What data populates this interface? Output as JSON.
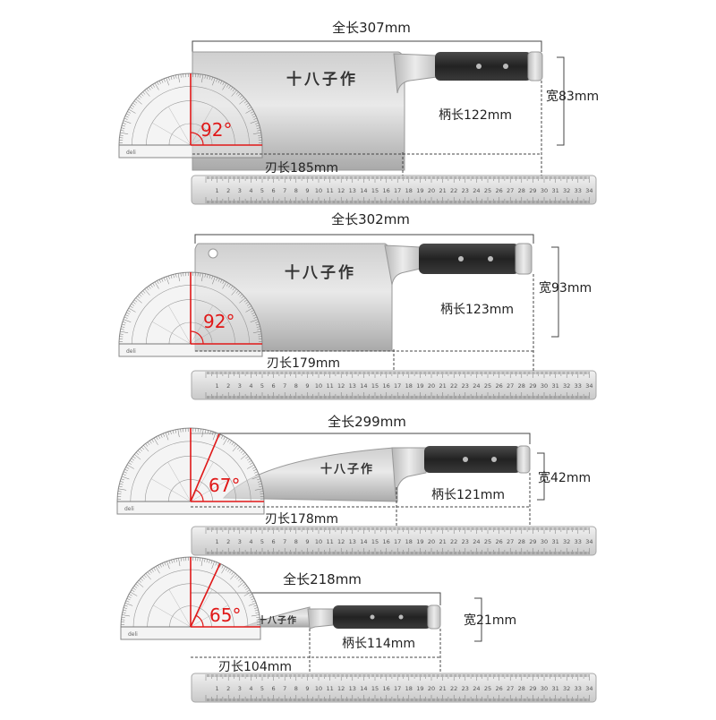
{
  "knives": [
    {
      "total_length": "全长307mm",
      "handle_length": "柄长122mm",
      "blade_length": "刃长185mm",
      "width": "宽83mm",
      "angle": "92°",
      "blade_shape": "cleaver"
    },
    {
      "total_length": "全长302mm",
      "handle_length": "柄长123mm",
      "blade_length": "刃长179mm",
      "width": "宽93mm",
      "angle": "92°",
      "blade_shape": "bone-chopper"
    },
    {
      "total_length": "全长299mm",
      "handle_length": "柄长121mm",
      "blade_length": "刃长178mm",
      "width": "宽42mm",
      "angle": "67°",
      "blade_shape": "chef"
    },
    {
      "total_length": "全长218mm",
      "handle_length": "柄长114mm",
      "blade_length": "刃长104mm",
      "width": "宽21mm",
      "angle": "65°",
      "blade_shape": "paring"
    }
  ],
  "brand_mark": "十八子作",
  "protractor_brand": "deli",
  "ruler_numbers": [
    "1",
    "2",
    "3",
    "4",
    "5",
    "6",
    "7",
    "8",
    "9",
    "10",
    "11",
    "12",
    "13",
    "14",
    "15",
    "16",
    "17",
    "18",
    "19",
    "20",
    "21",
    "22",
    "23",
    "24",
    "25",
    "26",
    "27",
    "28",
    "29",
    "30",
    "31",
    "32",
    "33",
    "34"
  ],
  "colors": {
    "angle_accent": "#e01818",
    "text": "#222222",
    "dim_line": "#444444",
    "steel_light": "#d8d8d8",
    "steel_dark": "#9a9a9a",
    "handle": "#2b2b2b"
  }
}
